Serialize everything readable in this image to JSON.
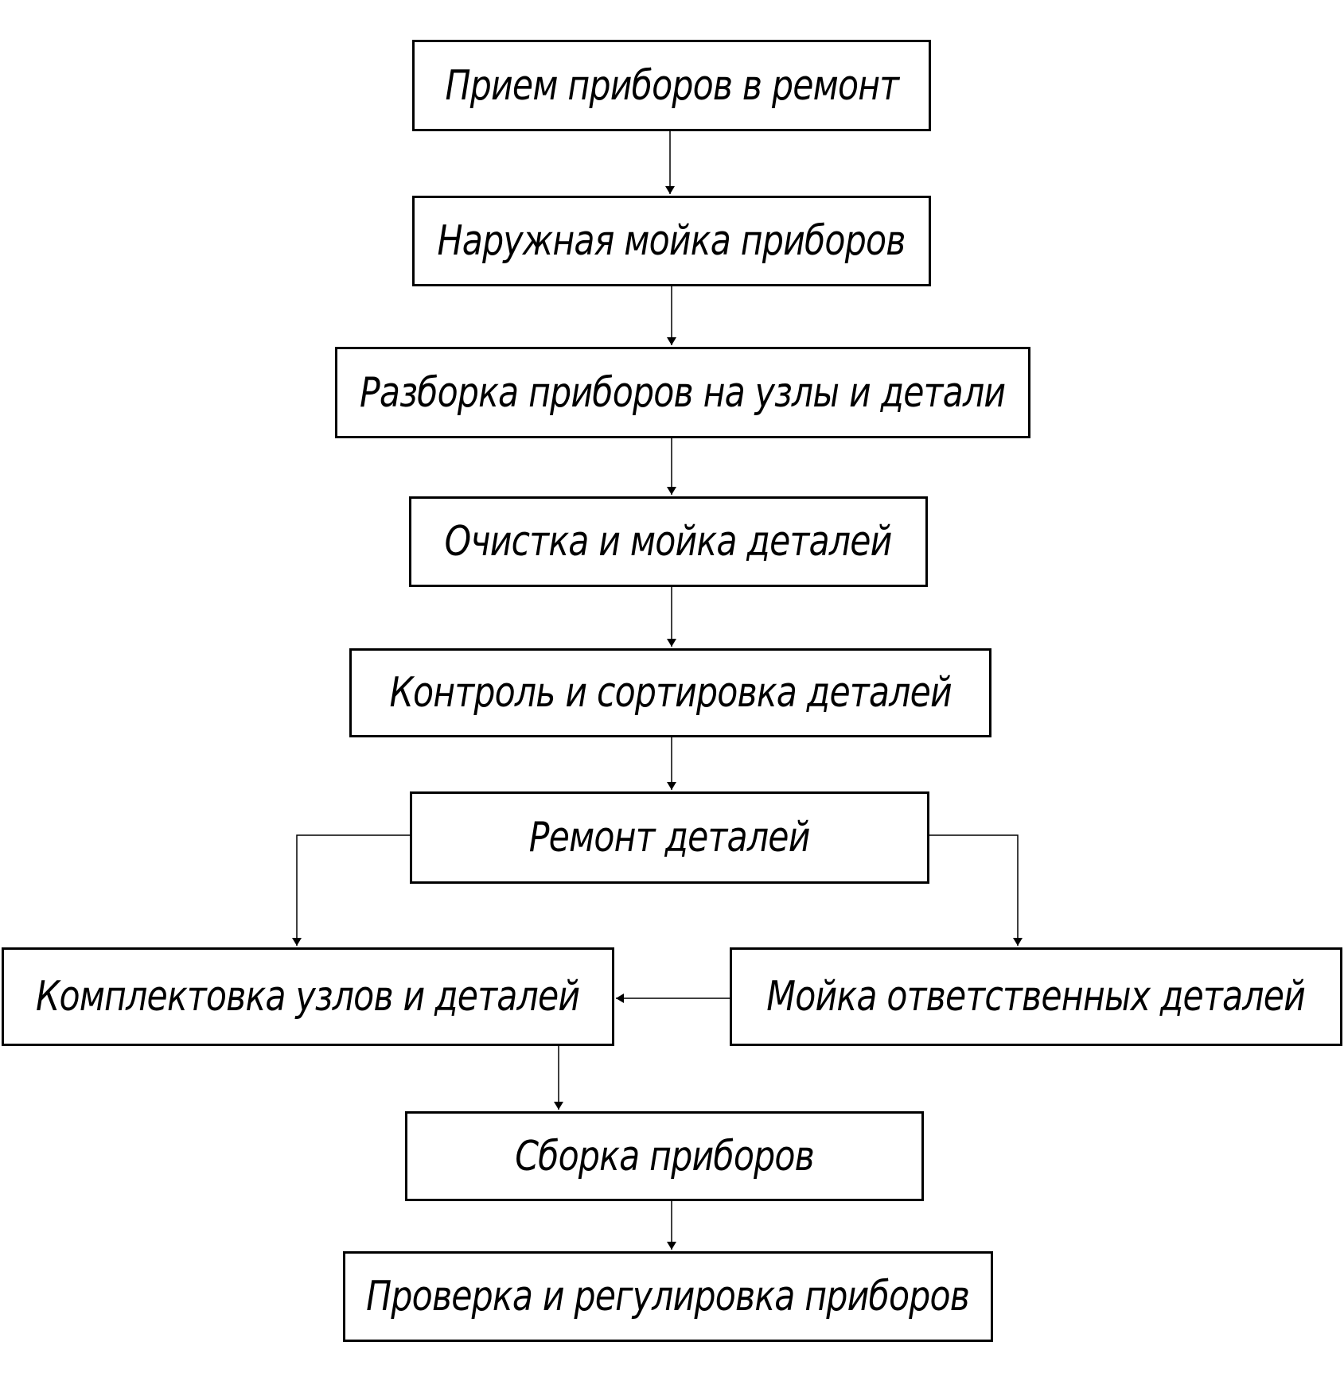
{
  "diagram": {
    "type": "flowchart",
    "line_color": "#000000",
    "background_color": "#ffffff",
    "steps": {
      "intake": "Прием приборов в ремонт",
      "external_wash": "Наружная мойка приборов",
      "disassembly": "Разборка приборов на узлы и детали",
      "cleaning": "Очистка и мойка деталей",
      "inspection": "Контроль и сортировка деталей",
      "repair": "Ремонт деталей",
      "kitting": "Комплектовка узлов и деталей",
      "critical_wash": "Мойка ответственных деталей",
      "assembly": "Сборка приборов",
      "testing": "Проверка и регулировка приборов"
    },
    "connections": [
      {
        "from": "intake",
        "to": "external_wash"
      },
      {
        "from": "external_wash",
        "to": "disassembly"
      },
      {
        "from": "disassembly",
        "to": "cleaning"
      },
      {
        "from": "cleaning",
        "to": "inspection"
      },
      {
        "from": "inspection",
        "to": "repair"
      },
      {
        "from": "repair",
        "to": "kitting"
      },
      {
        "from": "repair",
        "to": "critical_wash"
      },
      {
        "from": "critical_wash",
        "to": "kitting"
      },
      {
        "from": "kitting",
        "to": "assembly"
      },
      {
        "from": "assembly",
        "to": "testing"
      }
    ]
  }
}
